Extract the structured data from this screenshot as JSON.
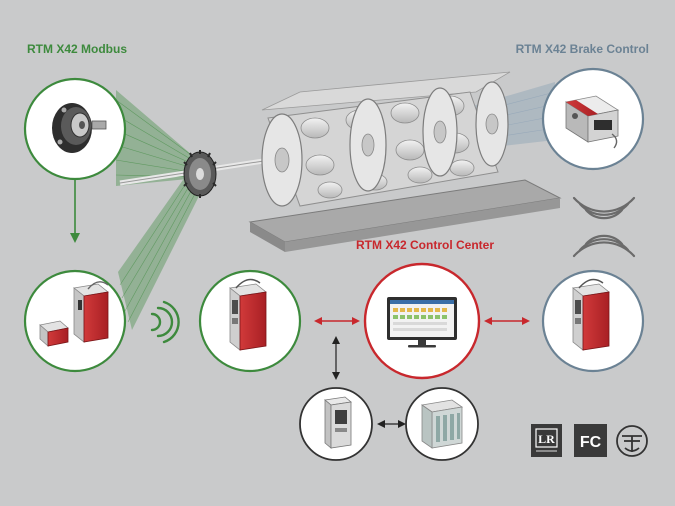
{
  "labels": {
    "modbus": "RTM X42 Modbus",
    "brake_control": "RTM X42 Brake Control",
    "control_center": "RTM X42 Control Center"
  },
  "colors": {
    "background": "#c9cacb",
    "modbus_green": "#3d8a3d",
    "brake_blue": "#6b8294",
    "control_red": "#c8282d",
    "connector_dark": "#222222"
  },
  "nodes": [
    {
      "id": "rotor-sensor",
      "ring": "green",
      "icon": "rotor-sensor-icon"
    },
    {
      "id": "modbus-module",
      "ring": "green",
      "icon": "rtm-module-icon"
    },
    {
      "id": "control-unit-left",
      "ring": "green",
      "icon": "rtm-control-unit-icon"
    },
    {
      "id": "control-center-monitor",
      "ring": "red",
      "icon": "monitor-icon"
    },
    {
      "id": "control-unit-right",
      "ring": "blue",
      "icon": "rtm-control-unit-icon"
    },
    {
      "id": "brake-module",
      "ring": "blue",
      "icon": "brake-module-icon"
    },
    {
      "id": "gateway",
      "ring": "none",
      "icon": "gateway-icon"
    },
    {
      "id": "plc",
      "ring": "none",
      "icon": "plc-icon"
    }
  ],
  "certifications": [
    {
      "name": "lr-certification-icon",
      "text": "LR"
    },
    {
      "name": "fc-certification-icon",
      "text": "FC"
    },
    {
      "name": "telec-certification-icon",
      "text": ""
    }
  ]
}
